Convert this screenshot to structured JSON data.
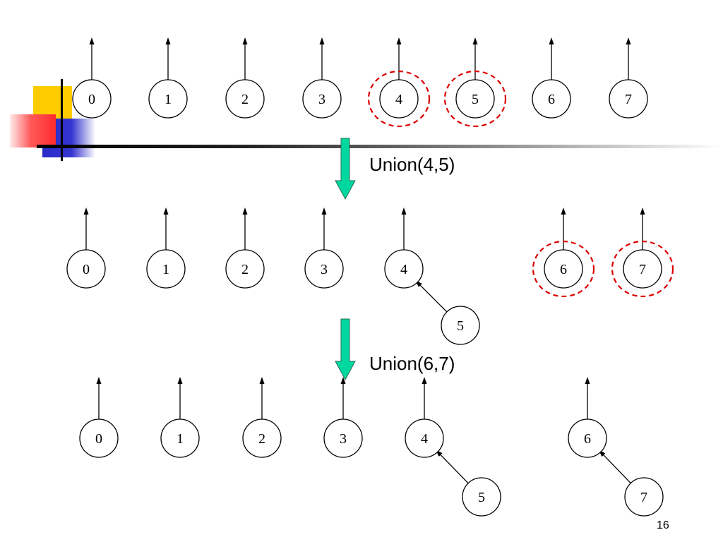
{
  "slide": {
    "page_number": "16",
    "colors": {
      "accent_yellow": "#ffcc00",
      "accent_red": "#ff3333",
      "accent_blue": "#3333cc",
      "arrow_fill": "#00d8a0",
      "highlight": "#dd0000"
    }
  },
  "diagram": {
    "rows": [
      {
        "nodes": [
          "0",
          "1",
          "2",
          "3",
          "4",
          "5",
          "6",
          "7"
        ],
        "children": [],
        "highlighted": [
          "4",
          "5"
        ]
      },
      {
        "nodes": [
          "0",
          "1",
          "2",
          "3",
          "4",
          "6",
          "7"
        ],
        "children": [
          {
            "node": "5",
            "parent": "4"
          }
        ],
        "highlighted": [
          "6",
          "7"
        ]
      },
      {
        "nodes": [
          "0",
          "1",
          "2",
          "3",
          "4",
          "6"
        ],
        "children": [
          {
            "node": "5",
            "parent": "4"
          },
          {
            "node": "7",
            "parent": "6"
          }
        ],
        "highlighted": []
      }
    ],
    "operations": [
      {
        "label": "Union(4,5)"
      },
      {
        "label": "Union(6,7)"
      }
    ]
  }
}
